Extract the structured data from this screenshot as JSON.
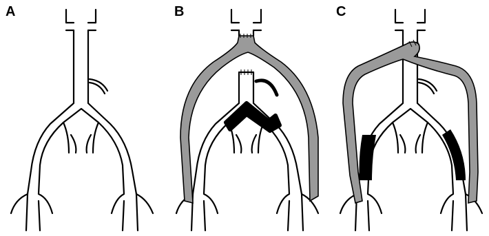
{
  "panels": [
    {
      "label": "A"
    },
    {
      "label": "B"
    },
    {
      "label": "C"
    }
  ],
  "colors": {
    "vessel_outline": "#000000",
    "graft_fill": "#9a9a9a",
    "occlusion_fill": "#000000",
    "background": "#ffffff"
  }
}
